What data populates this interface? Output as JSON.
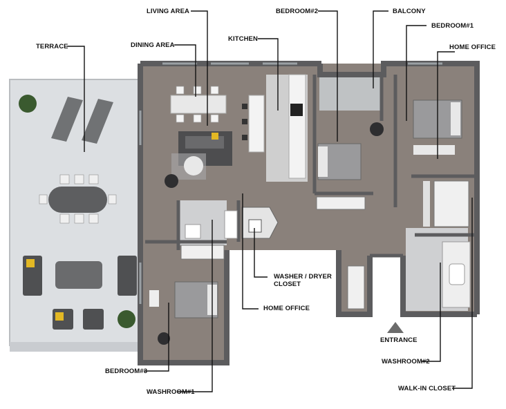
{
  "labels": {
    "living_area": "LIVING AREA",
    "dining_area": "DINING AREA",
    "terrace": "TERRACE",
    "kitchen": "KITCHEN",
    "bedroom2": "BEDROOM#2",
    "balcony": "BALCONY",
    "bedroom1": "BEDROOM#1",
    "home_office_top": "HOME OFFICE",
    "washer_dryer": "WASHER / DRYER\nCLOSET",
    "home_office_bottom": "HOME OFFICE",
    "entrance": "ENTRANCE",
    "washroom2": "WASHROOM#2",
    "bedroom3": "BEDROOM#3",
    "walkin_closet": "WALK-IN CLOSET",
    "washroom1": "WASHROOM#1"
  },
  "colors": {
    "wall": "#5c5c5e",
    "floor": "#8a817b",
    "terrace": "#dcdfe2",
    "kitchen_floor": "#cfcfcf",
    "furniture_light": "#e8e8e8",
    "furniture_dark": "#4d4d4f",
    "bed_cover": "#9a9a9c",
    "plant": "#3a5a2f",
    "accent_yellow": "#e3b824",
    "leader_line": "#111111"
  }
}
